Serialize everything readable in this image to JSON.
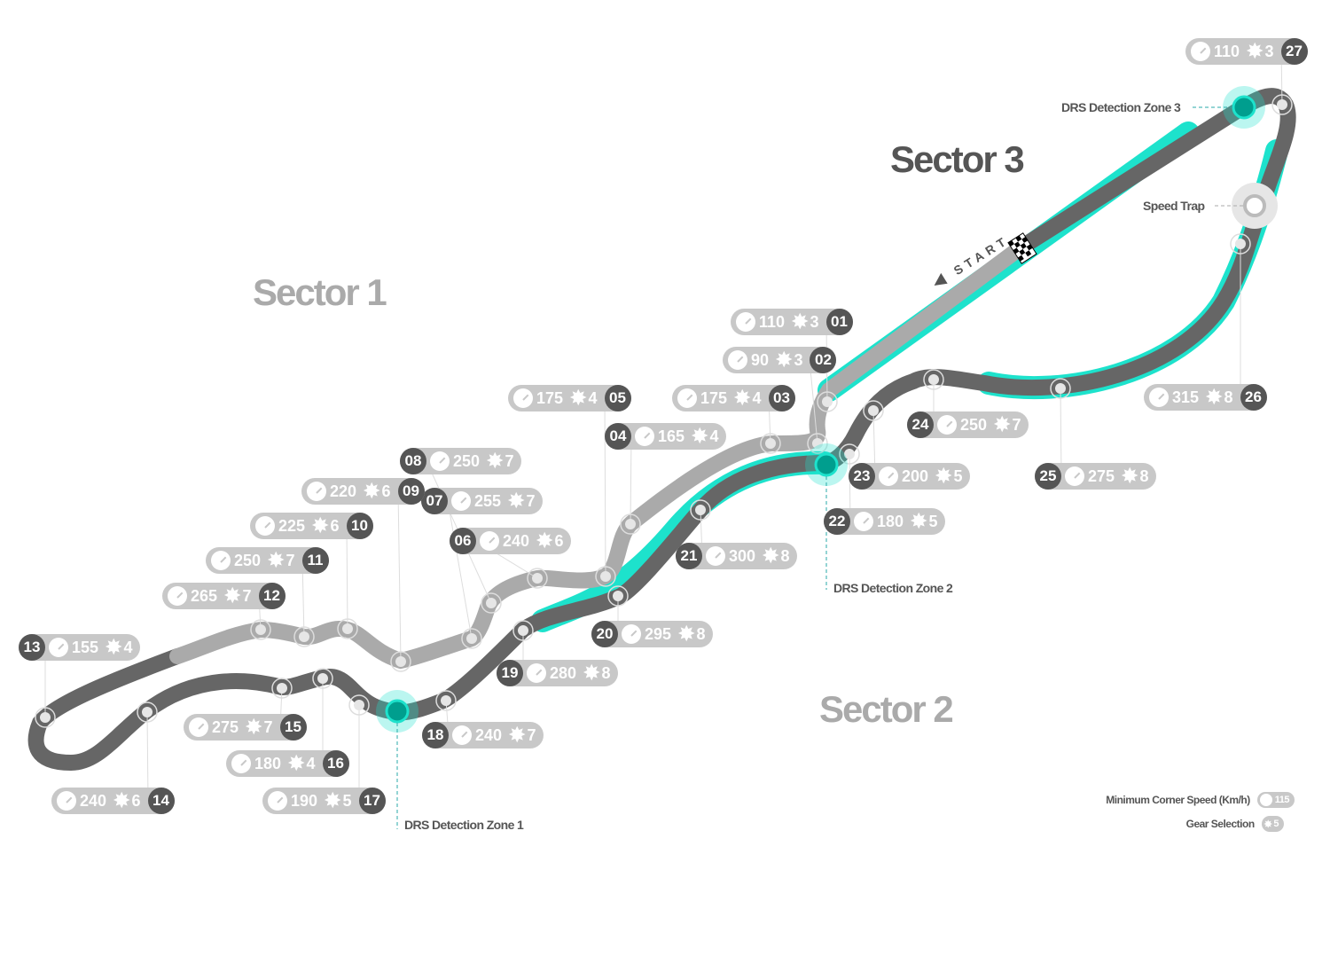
{
  "sectors": {
    "s1": "Sector 1",
    "s2": "Sector 2",
    "s3": "Sector 3"
  },
  "colors": {
    "drs": "#1de2cc",
    "drs_dark": "#009e8e",
    "track_dark": "#666666",
    "track_light": "#aaaaaa",
    "pill": "#c8c8c8",
    "num": "#555555"
  },
  "start_label": "START",
  "speed_trap": "Speed Trap",
  "drs_zones": [
    "DRS Detection Zone 1",
    "DRS Detection Zone 2",
    "DRS Detection Zone 3"
  ],
  "corners": [
    {
      "n": "01",
      "speed": "110",
      "gear": "3"
    },
    {
      "n": "02",
      "speed": "90",
      "gear": "3"
    },
    {
      "n": "03",
      "speed": "175",
      "gear": "4"
    },
    {
      "n": "04",
      "speed": "165",
      "gear": "4"
    },
    {
      "n": "05",
      "speed": "175",
      "gear": "4"
    },
    {
      "n": "06",
      "speed": "240",
      "gear": "6"
    },
    {
      "n": "07",
      "speed": "255",
      "gear": "7"
    },
    {
      "n": "08",
      "speed": "250",
      "gear": "7"
    },
    {
      "n": "09",
      "speed": "220",
      "gear": "6"
    },
    {
      "n": "10",
      "speed": "225",
      "gear": "6"
    },
    {
      "n": "11",
      "speed": "250",
      "gear": "7"
    },
    {
      "n": "12",
      "speed": "265",
      "gear": "7"
    },
    {
      "n": "13",
      "speed": "155",
      "gear": "4"
    },
    {
      "n": "14",
      "speed": "240",
      "gear": "6"
    },
    {
      "n": "15",
      "speed": "275",
      "gear": "7"
    },
    {
      "n": "16",
      "speed": "180",
      "gear": "4"
    },
    {
      "n": "17",
      "speed": "190",
      "gear": "5"
    },
    {
      "n": "18",
      "speed": "240",
      "gear": "7"
    },
    {
      "n": "19",
      "speed": "280",
      "gear": "8"
    },
    {
      "n": "20",
      "speed": "295",
      "gear": "8"
    },
    {
      "n": "21",
      "speed": "300",
      "gear": "8"
    },
    {
      "n": "22",
      "speed": "180",
      "gear": "5"
    },
    {
      "n": "23",
      "speed": "200",
      "gear": "5"
    },
    {
      "n": "24",
      "speed": "250",
      "gear": "7"
    },
    {
      "n": "25",
      "speed": "275",
      "gear": "8"
    },
    {
      "n": "26",
      "speed": "315",
      "gear": "8"
    },
    {
      "n": "27",
      "speed": "110",
      "gear": "3"
    }
  ],
  "legend": {
    "speed_label": "Minimum Corner Speed (Km/h)",
    "speed_example": "115",
    "gear_label": "Gear Selection",
    "gear_example": "5"
  }
}
